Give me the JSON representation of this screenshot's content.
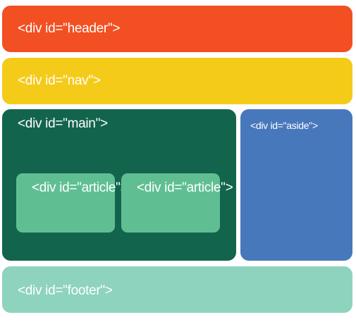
{
  "colors": {
    "header": "#f25022",
    "nav": "#f5cb1a",
    "main": "#13644d",
    "article": "#5fbf93",
    "aside": "#4878bc",
    "footer": "#8ed3be"
  },
  "header": {
    "label": "<div id=\"header\">"
  },
  "nav": {
    "label": "<div id=\"nav\">"
  },
  "main": {
    "label": "<div id=\"main\">",
    "articles": [
      {
        "label": "<div id=\"article\">"
      },
      {
        "label": "<div id=\"article\">"
      }
    ]
  },
  "aside": {
    "label": "<div id=\"aside\">"
  },
  "footer": {
    "label": "<div id=\"footer\">"
  }
}
